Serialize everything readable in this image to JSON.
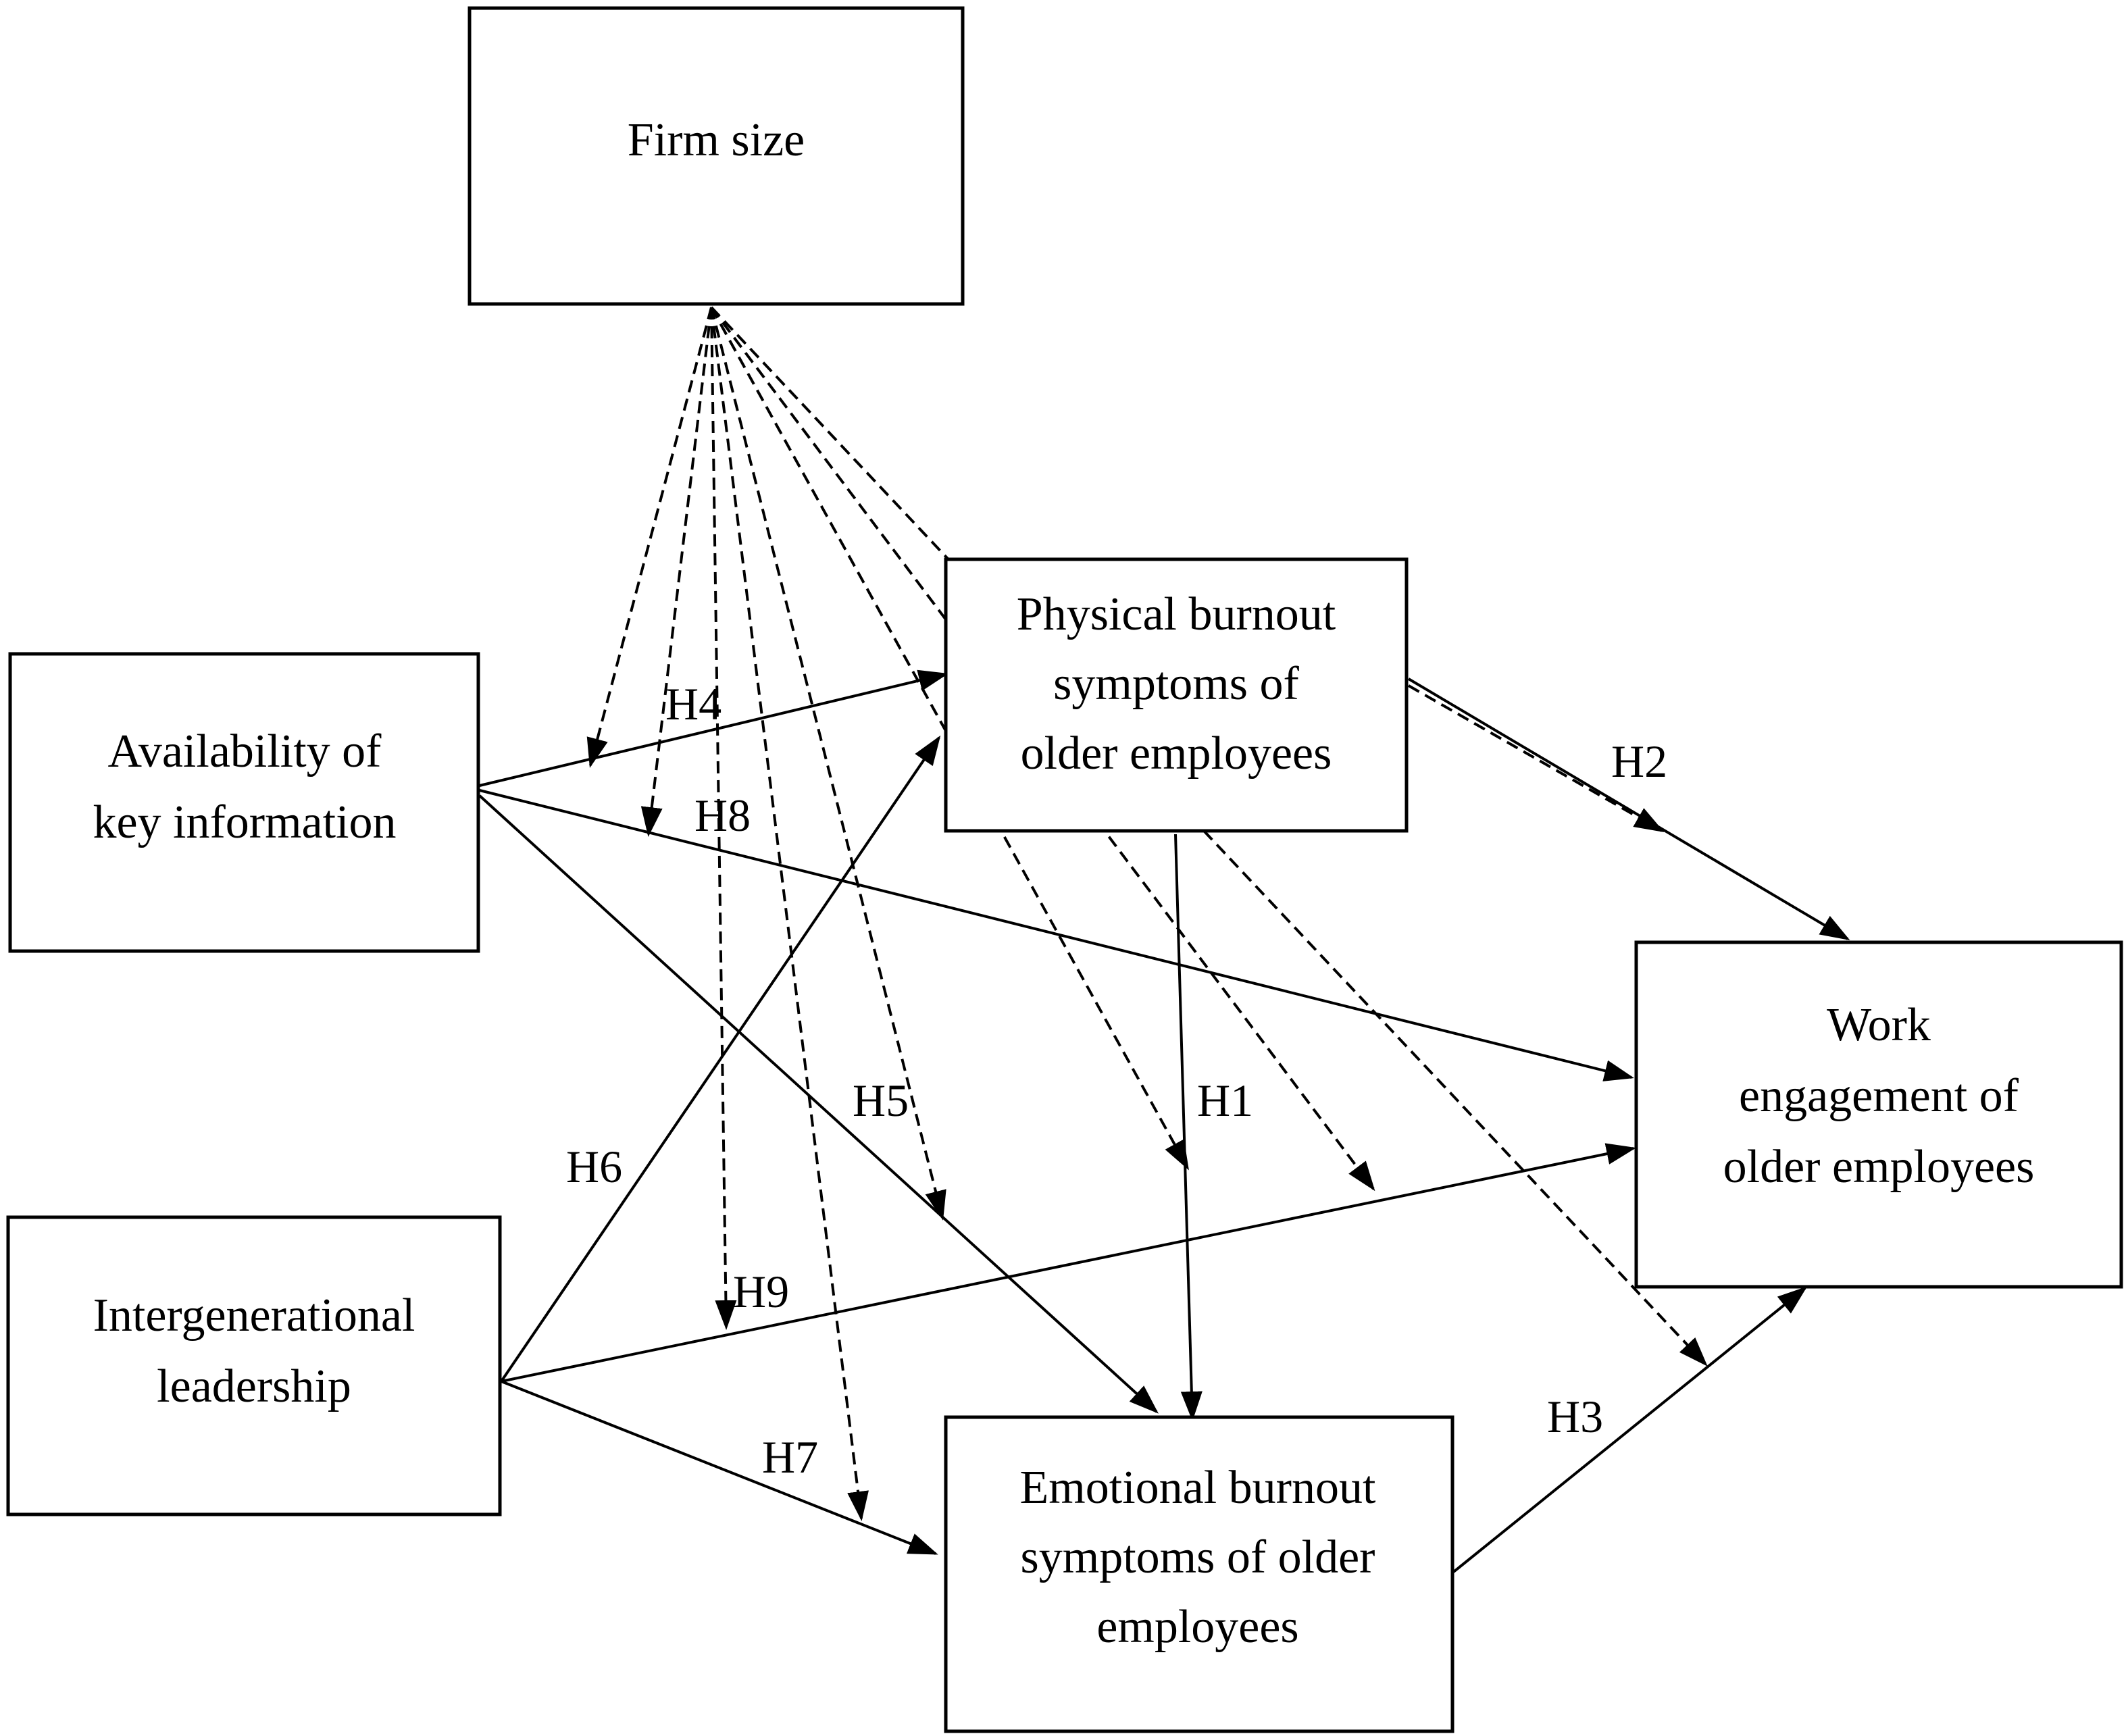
{
  "nodes": {
    "firm_size": [
      "Firm size"
    ],
    "availability": [
      "Availability of",
      "key information"
    ],
    "intergenerational": [
      "Intergenerational",
      "leadership"
    ],
    "physical": [
      "Physical burnout",
      "symptoms of",
      "older employees"
    ],
    "emotional": [
      "Emotional burnout",
      "symptoms of older",
      "employees"
    ],
    "work": [
      "Work",
      "engagement of",
      "older employees"
    ]
  },
  "hypotheses": {
    "h1": "H1",
    "h2": "H2",
    "h3": "H3",
    "h4": "H4",
    "h5": "H5",
    "h6": "H6",
    "h7": "H7",
    "h8": "H8",
    "h9": "H9"
  },
  "relations": [
    {
      "from": "availability",
      "to": "physical",
      "style": "solid"
    },
    {
      "from": "availability",
      "to": "work",
      "style": "solid"
    },
    {
      "from": "availability",
      "to": "emotional",
      "style": "solid"
    },
    {
      "from": "intergenerational",
      "to": "physical",
      "style": "solid"
    },
    {
      "from": "intergenerational",
      "to": "work",
      "style": "solid"
    },
    {
      "from": "intergenerational",
      "to": "emotional",
      "style": "solid"
    },
    {
      "from": "physical",
      "to": "emotional",
      "style": "solid",
      "label": "H1"
    },
    {
      "from": "physical",
      "to": "work",
      "style": "solid",
      "label": "H2"
    },
    {
      "from": "emotional",
      "to": "work",
      "style": "solid",
      "label": "H3"
    },
    {
      "from": "firm_size",
      "moderates": "H4",
      "style": "dashed"
    },
    {
      "from": "firm_size",
      "moderates": "H5",
      "style": "dashed"
    },
    {
      "from": "firm_size",
      "moderates": "H6",
      "style": "dashed"
    },
    {
      "from": "firm_size",
      "moderates": "H7",
      "style": "dashed"
    },
    {
      "from": "firm_size",
      "moderates": "H8",
      "style": "dashed"
    },
    {
      "from": "firm_size",
      "moderates": "H9",
      "style": "dashed"
    }
  ],
  "colors": {
    "stroke": "#000000",
    "background": "#ffffff"
  }
}
